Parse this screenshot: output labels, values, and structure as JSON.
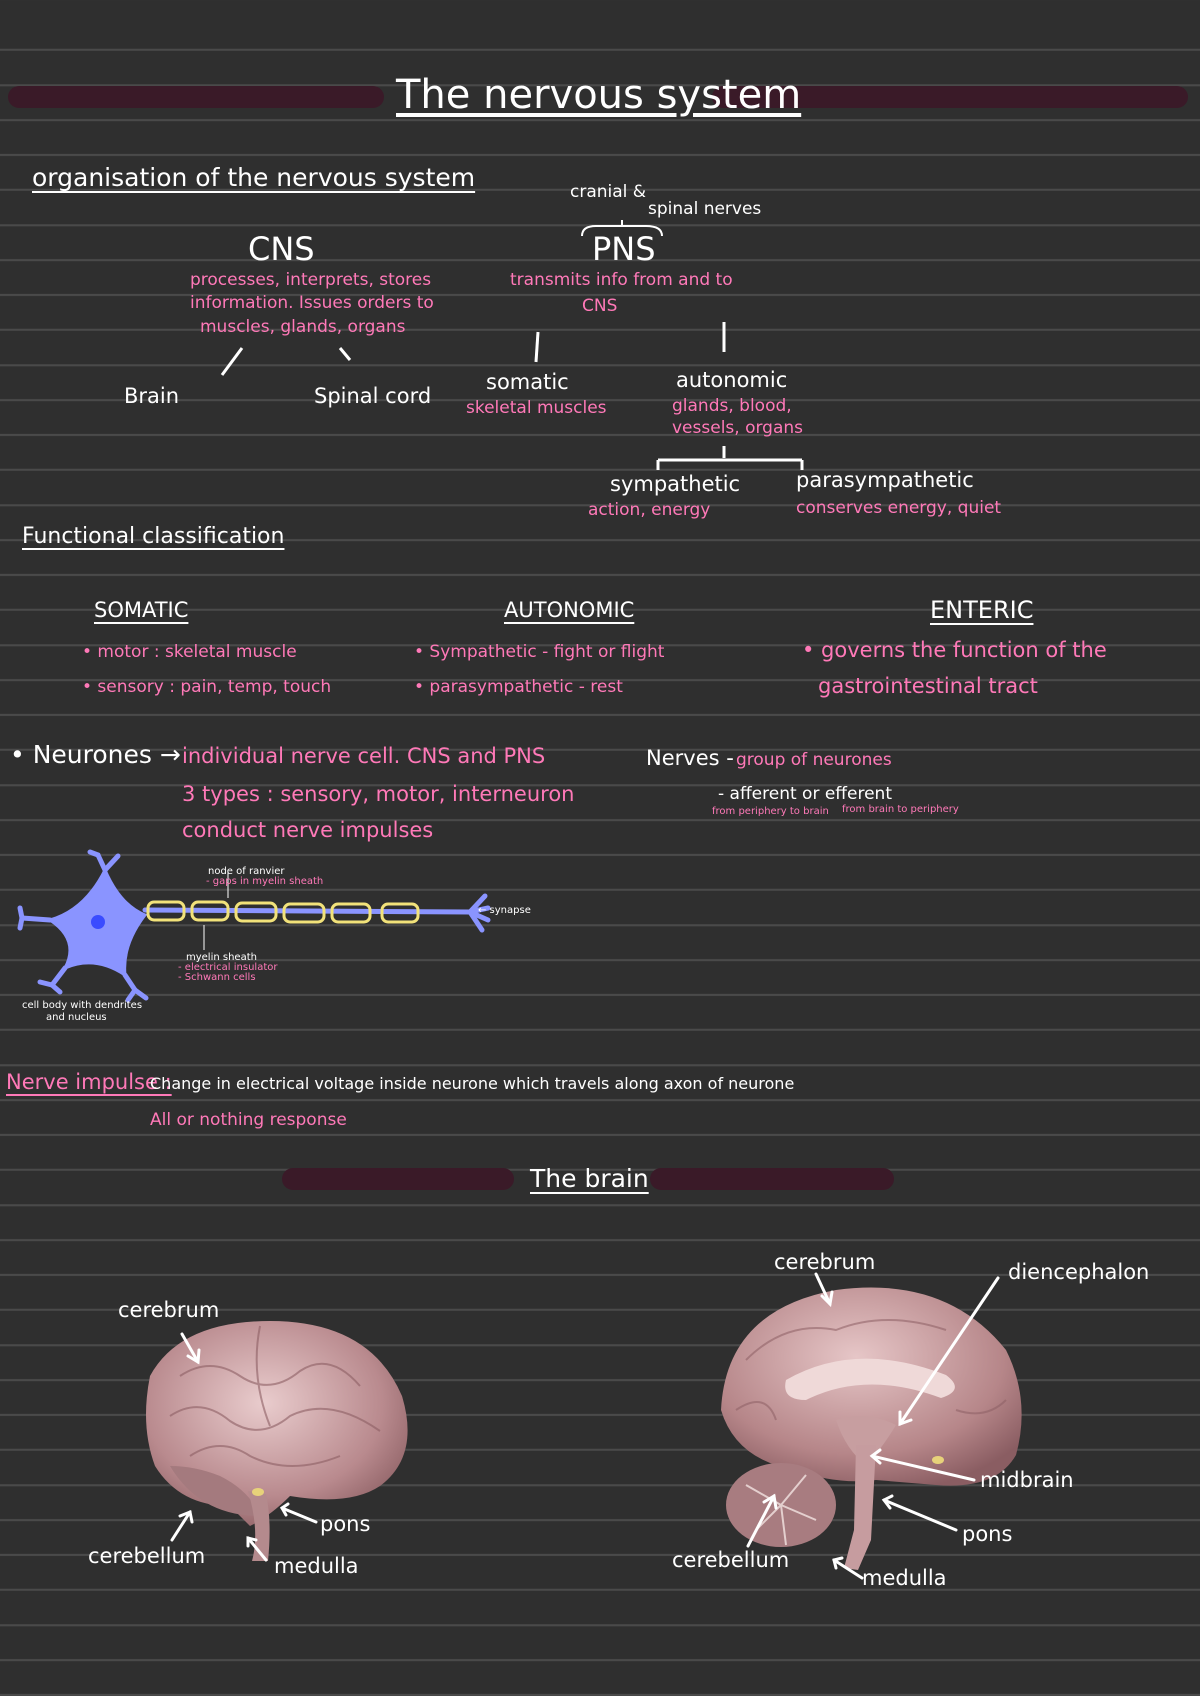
{
  "header": {
    "title": "The nervous system"
  },
  "organisation": {
    "heading": "organisation of the nervous system",
    "cns": {
      "label": "CNS",
      "desc1": "processes, interprets, stores",
      "desc2": "information. Issues orders to",
      "desc3": "muscles, glands, organs",
      "brain": "Brain",
      "spinal": "Spinal cord"
    },
    "pns": {
      "note1": "cranial &",
      "note2": "spinal nerves",
      "label": "PNS",
      "desc1": "transmits info from and to",
      "desc2": "CNS",
      "somatic": "somatic",
      "somatic_desc": "skeletal muscles",
      "autonomic": "autonomic",
      "autonomic_desc1": "glands, blood,",
      "autonomic_desc2": "vessels, organs",
      "sympathetic": "sympathetic",
      "sympathetic_desc": "action, energy",
      "parasympathetic": "parasympathetic",
      "parasympathetic_desc": "conserves energy, quiet"
    }
  },
  "functional": {
    "heading": "Functional classification",
    "somatic": {
      "title": "SOMATIC",
      "item1": "• motor : skeletal muscle",
      "item2": "• sensory : pain, temp, touch"
    },
    "autonomic": {
      "title": "AUTONOMIC",
      "item1": "• Sympathetic - fight or flight",
      "item2": "• parasympathetic - rest"
    },
    "enteric": {
      "title": "ENTERIC",
      "item1": "• governs the function of the",
      "item2": "gastrointestinal tract"
    }
  },
  "neurones": {
    "label": "• Neurones →",
    "line1": "individual nerve cell. CNS and PNS",
    "line2": "3 types : sensory, motor, interneuron",
    "line3": "conduct nerve impulses",
    "nerves_label": "Nerves -",
    "nerves_desc": "group of neurones",
    "nerves_line2": "- afferent or efferent",
    "afferent_note": "from periphery to brain",
    "efferent_note": "from brain to periphery"
  },
  "neuron_diagram": {
    "node_label1": "node of ranvier",
    "node_label2": "- gaps in myelin sheath",
    "myelin_label1": "myelin sheath",
    "myelin_label2": "- electrical insulator",
    "myelin_label3": "- Schwann cells",
    "synapse_label": "← synapse",
    "cell_body_label1": "cell body with dendrites",
    "cell_body_label2": "and nucleus"
  },
  "impulse": {
    "label": "Nerve impulse :",
    "desc": "Change in electrical voltage inside neurone which travels along axon of neurone",
    "line2": "All or nothing response"
  },
  "brain_section": {
    "title": "The brain",
    "left": {
      "cerebrum": "cerebrum",
      "cerebellum": "cerebellum",
      "pons": "pons",
      "medulla": "medulla"
    },
    "right": {
      "cerebrum": "cerebrum",
      "diencephalon": "diencephalon",
      "midbrain": "midbrain",
      "pons": "pons",
      "cerebellum": "cerebellum",
      "medulla": "medulla"
    }
  },
  "colors": {
    "background": "#2f2f2f",
    "accent_pink": "#ff79b8",
    "bar": "#3a1a28",
    "neuron": "#8a94ff",
    "myelin": "#f2e27a"
  }
}
